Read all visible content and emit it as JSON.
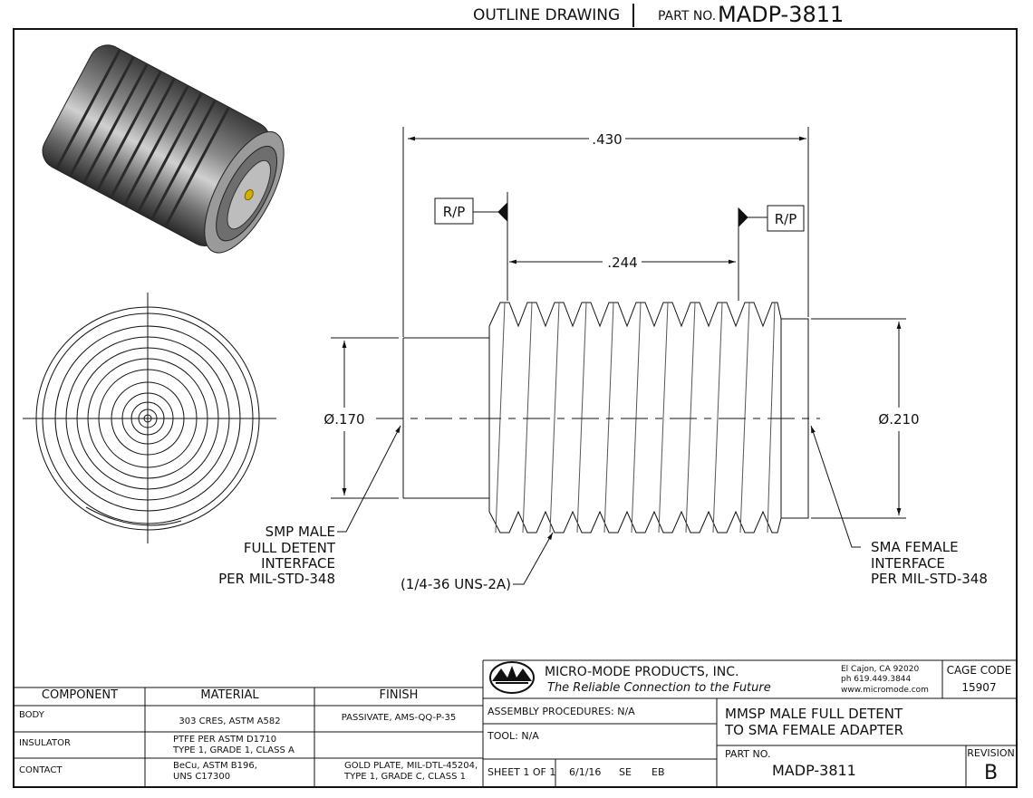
{
  "header": {
    "title": "OUTLINE DRAWING",
    "part_label": "PART NO.",
    "part_number": "MADP-3811"
  },
  "dimensions": {
    "overall_length": ".430",
    "ref_plane_distance": ".244",
    "dia_left": "Ø.170",
    "dia_right": "Ø.210",
    "ref_plane_label": "R/P"
  },
  "callouts": {
    "left": [
      "SMP MALE",
      "FULL DETENT",
      "INTERFACE",
      "PER MIL-STD-348"
    ],
    "thread": "(1/4-36 UNS-2A)",
    "right": [
      "SMA FEMALE",
      "INTERFACE",
      "PER MIL-STD-348"
    ]
  },
  "materials_table": {
    "headers": [
      "COMPONENT",
      "MATERIAL",
      "FINISH"
    ],
    "rows": [
      {
        "component": "BODY",
        "material": [
          "303 CRES, ASTM A582"
        ],
        "finish": [
          "PASSIVATE, AMS-QQ-P-35"
        ]
      },
      {
        "component": "INSULATOR",
        "material": [
          "PTFE PER ASTM D1710",
          "TYPE 1, GRADE 1, CLASS A"
        ],
        "finish": []
      },
      {
        "component": "CONTACT",
        "material": [
          "BeCu, ASTM B196,",
          "UNS C17300"
        ],
        "finish": [
          "GOLD PLATE, MIL-DTL-45204,",
          "TYPE 1, GRADE C, CLASS 1"
        ]
      }
    ]
  },
  "title_block": {
    "company": "MICRO-MODE PRODUCTS, INC.",
    "tagline": "The Reliable Connection to the Future",
    "address": "El Cajon, CA 92020",
    "phone": "ph 619.449.3844",
    "website": "www.micromode.com",
    "cage_label": "CAGE CODE",
    "cage_code": "15907",
    "assembly": "ASSEMBLY PROCEDURES:  N/A",
    "tool": "TOOL:  N/A",
    "description": [
      "MMSP MALE FULL DETENT",
      "TO SMA FEMALE ADAPTER"
    ],
    "sheet": "SHEET 1 OF 1",
    "date": "6/1/16",
    "drawn": "SE",
    "checked": "EB",
    "part_label": "PART NO.",
    "part_number": "MADP-3811",
    "revision_label": "REVISION",
    "revision": "B"
  }
}
